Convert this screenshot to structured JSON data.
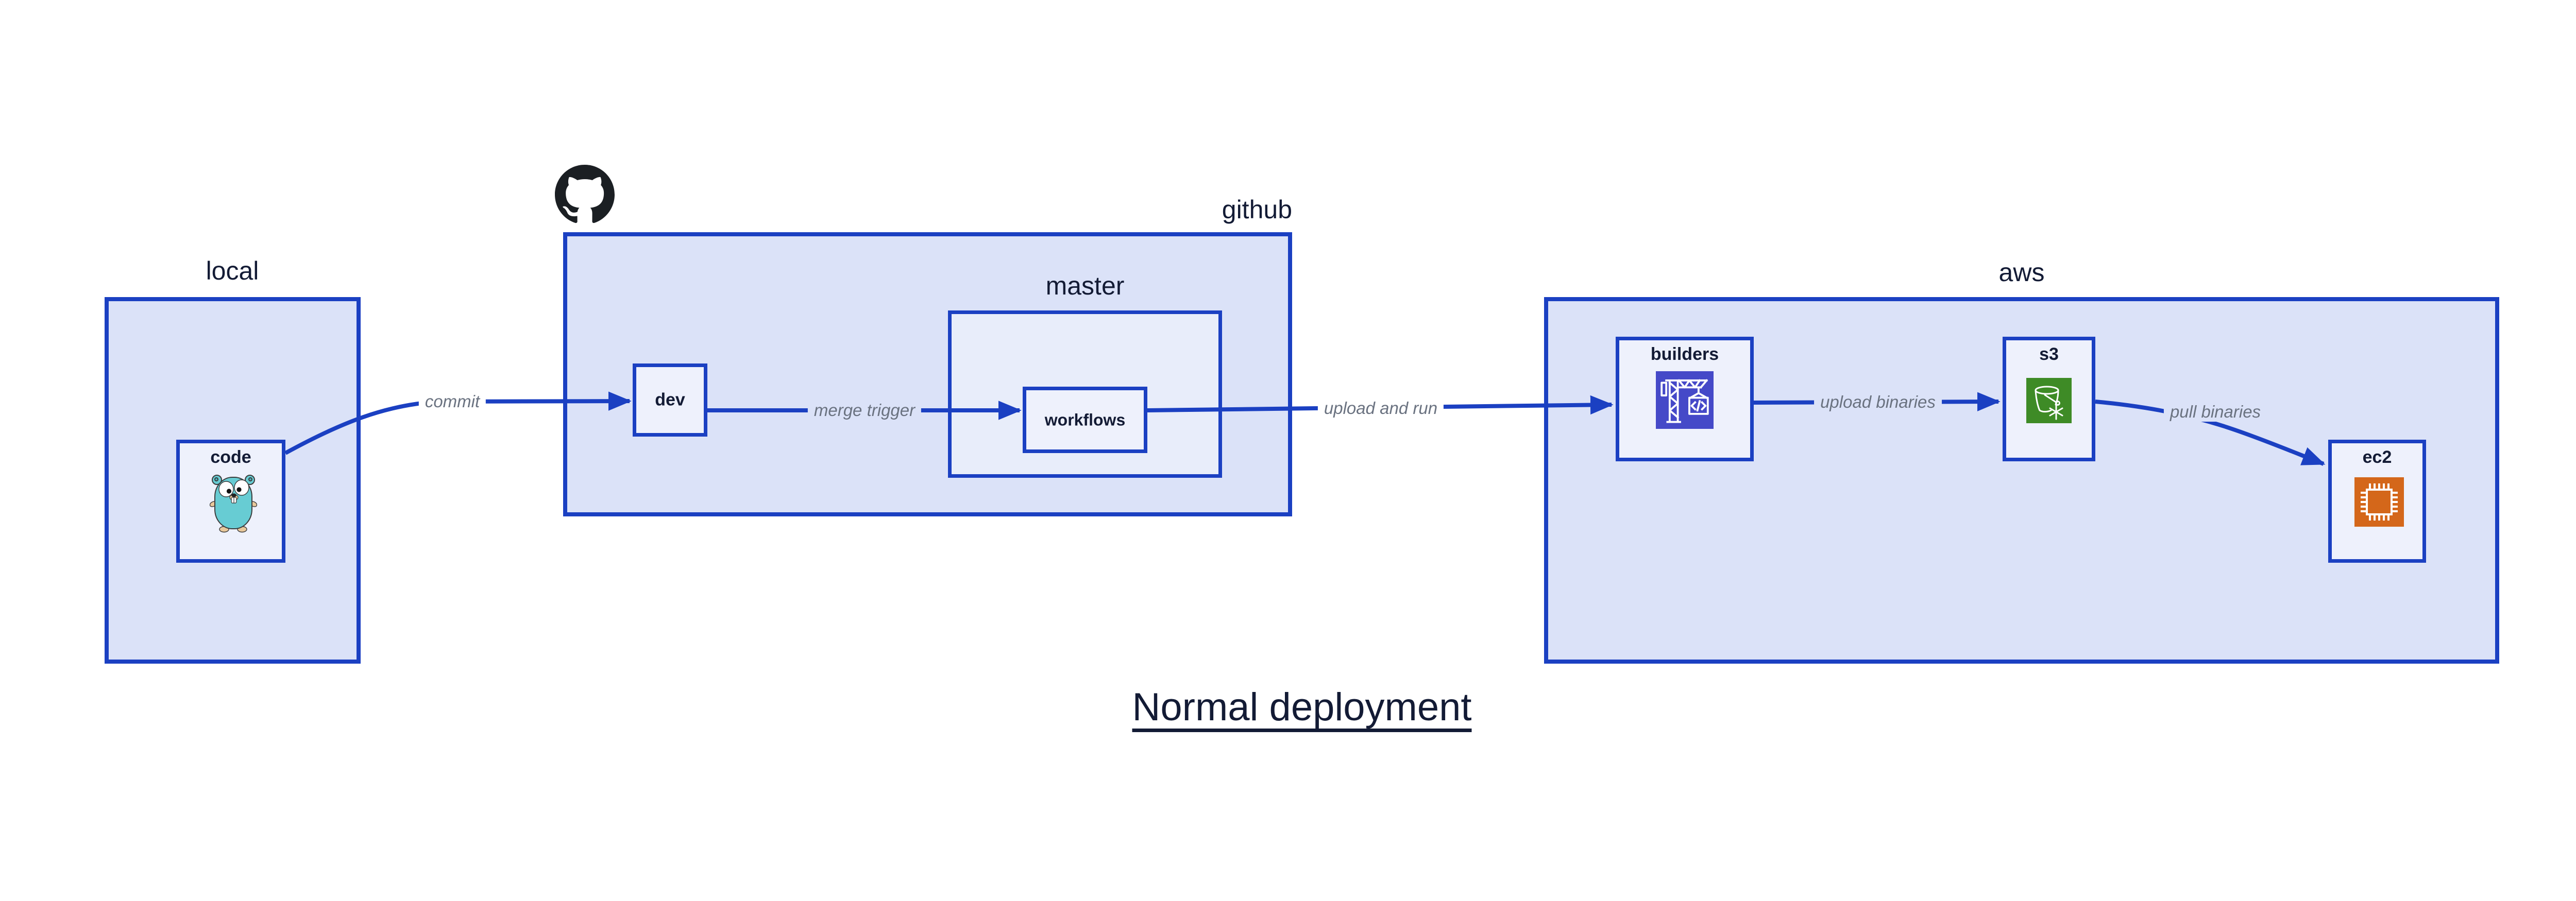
{
  "title": {
    "text": "Normal deployment"
  },
  "groups": {
    "local": {
      "label": "local"
    },
    "github": {
      "label": "github"
    },
    "master": {
      "label": "master"
    },
    "aws": {
      "label": "aws"
    }
  },
  "nodes": {
    "code": {
      "label": "code",
      "icon": "go-gopher-icon"
    },
    "dev": {
      "label": "dev"
    },
    "workflows": {
      "label": "workflows"
    },
    "builders": {
      "label": "builders",
      "icon": "codebuild-crane-icon"
    },
    "s3": {
      "label": "s3",
      "icon": "s3-glacier-bucket-icon"
    },
    "ec2": {
      "label": "ec2",
      "icon": "ec2-chip-icon"
    }
  },
  "edges": {
    "commit": {
      "label": "commit"
    },
    "merge_trigger": {
      "label": "merge trigger"
    },
    "upload_and_run": {
      "label": "upload and run"
    },
    "upload_binaries": {
      "label": "upload binaries"
    },
    "pull_binaries": {
      "label": "pull binaries"
    }
  },
  "logos": {
    "github_mark": "github-octocat-logo"
  },
  "colors": {
    "border_blue": "#1b40c2",
    "arrow_blue": "#1b40c2",
    "group_fill": "#dbe2f8",
    "subgroup_fill": "#e8edfa",
    "node_fill": "#eef1fc",
    "label_navy": "#131b35",
    "edge_label_gray": "#6a7280",
    "codebuild_indigo": "#4549c8",
    "s3_green": "#3e8b26",
    "ec2_orange": "#d4671a",
    "gopher_teal": "#67ccd3",
    "octocat_black": "#1b1f23"
  }
}
